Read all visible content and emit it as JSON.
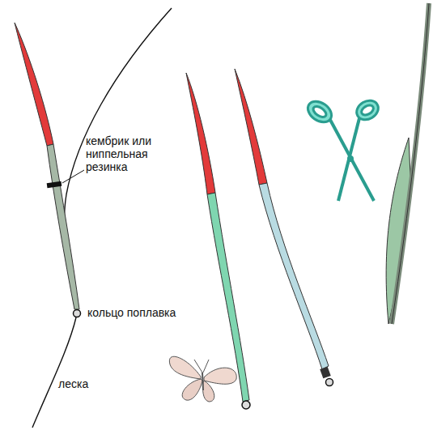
{
  "diagram": {
    "labels": [
      "кембрик или ниппельная резинка",
      "кольцо поплавка",
      "леска"
    ]
  }
}
